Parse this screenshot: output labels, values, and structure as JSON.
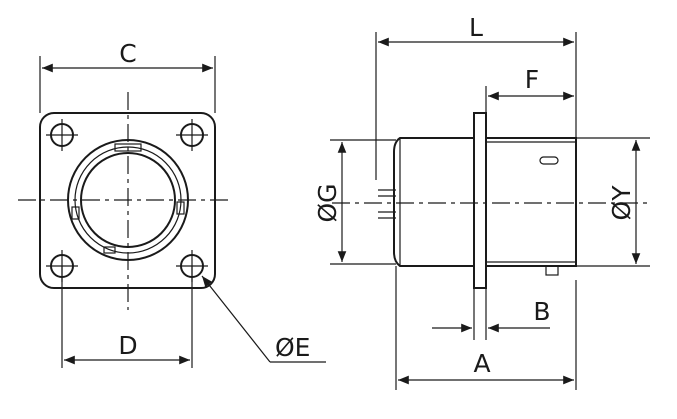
{
  "front_view": {
    "dimensions": {
      "width_C": "C",
      "hole_spacing_D": "D",
      "hole_diameter_E": "ØE"
    }
  },
  "side_view": {
    "dimensions": {
      "length_L": "L",
      "F": "F",
      "diameter_G": "ØG",
      "diameter_Y": "ØY",
      "A": "A",
      "flange_B": "B"
    }
  }
}
